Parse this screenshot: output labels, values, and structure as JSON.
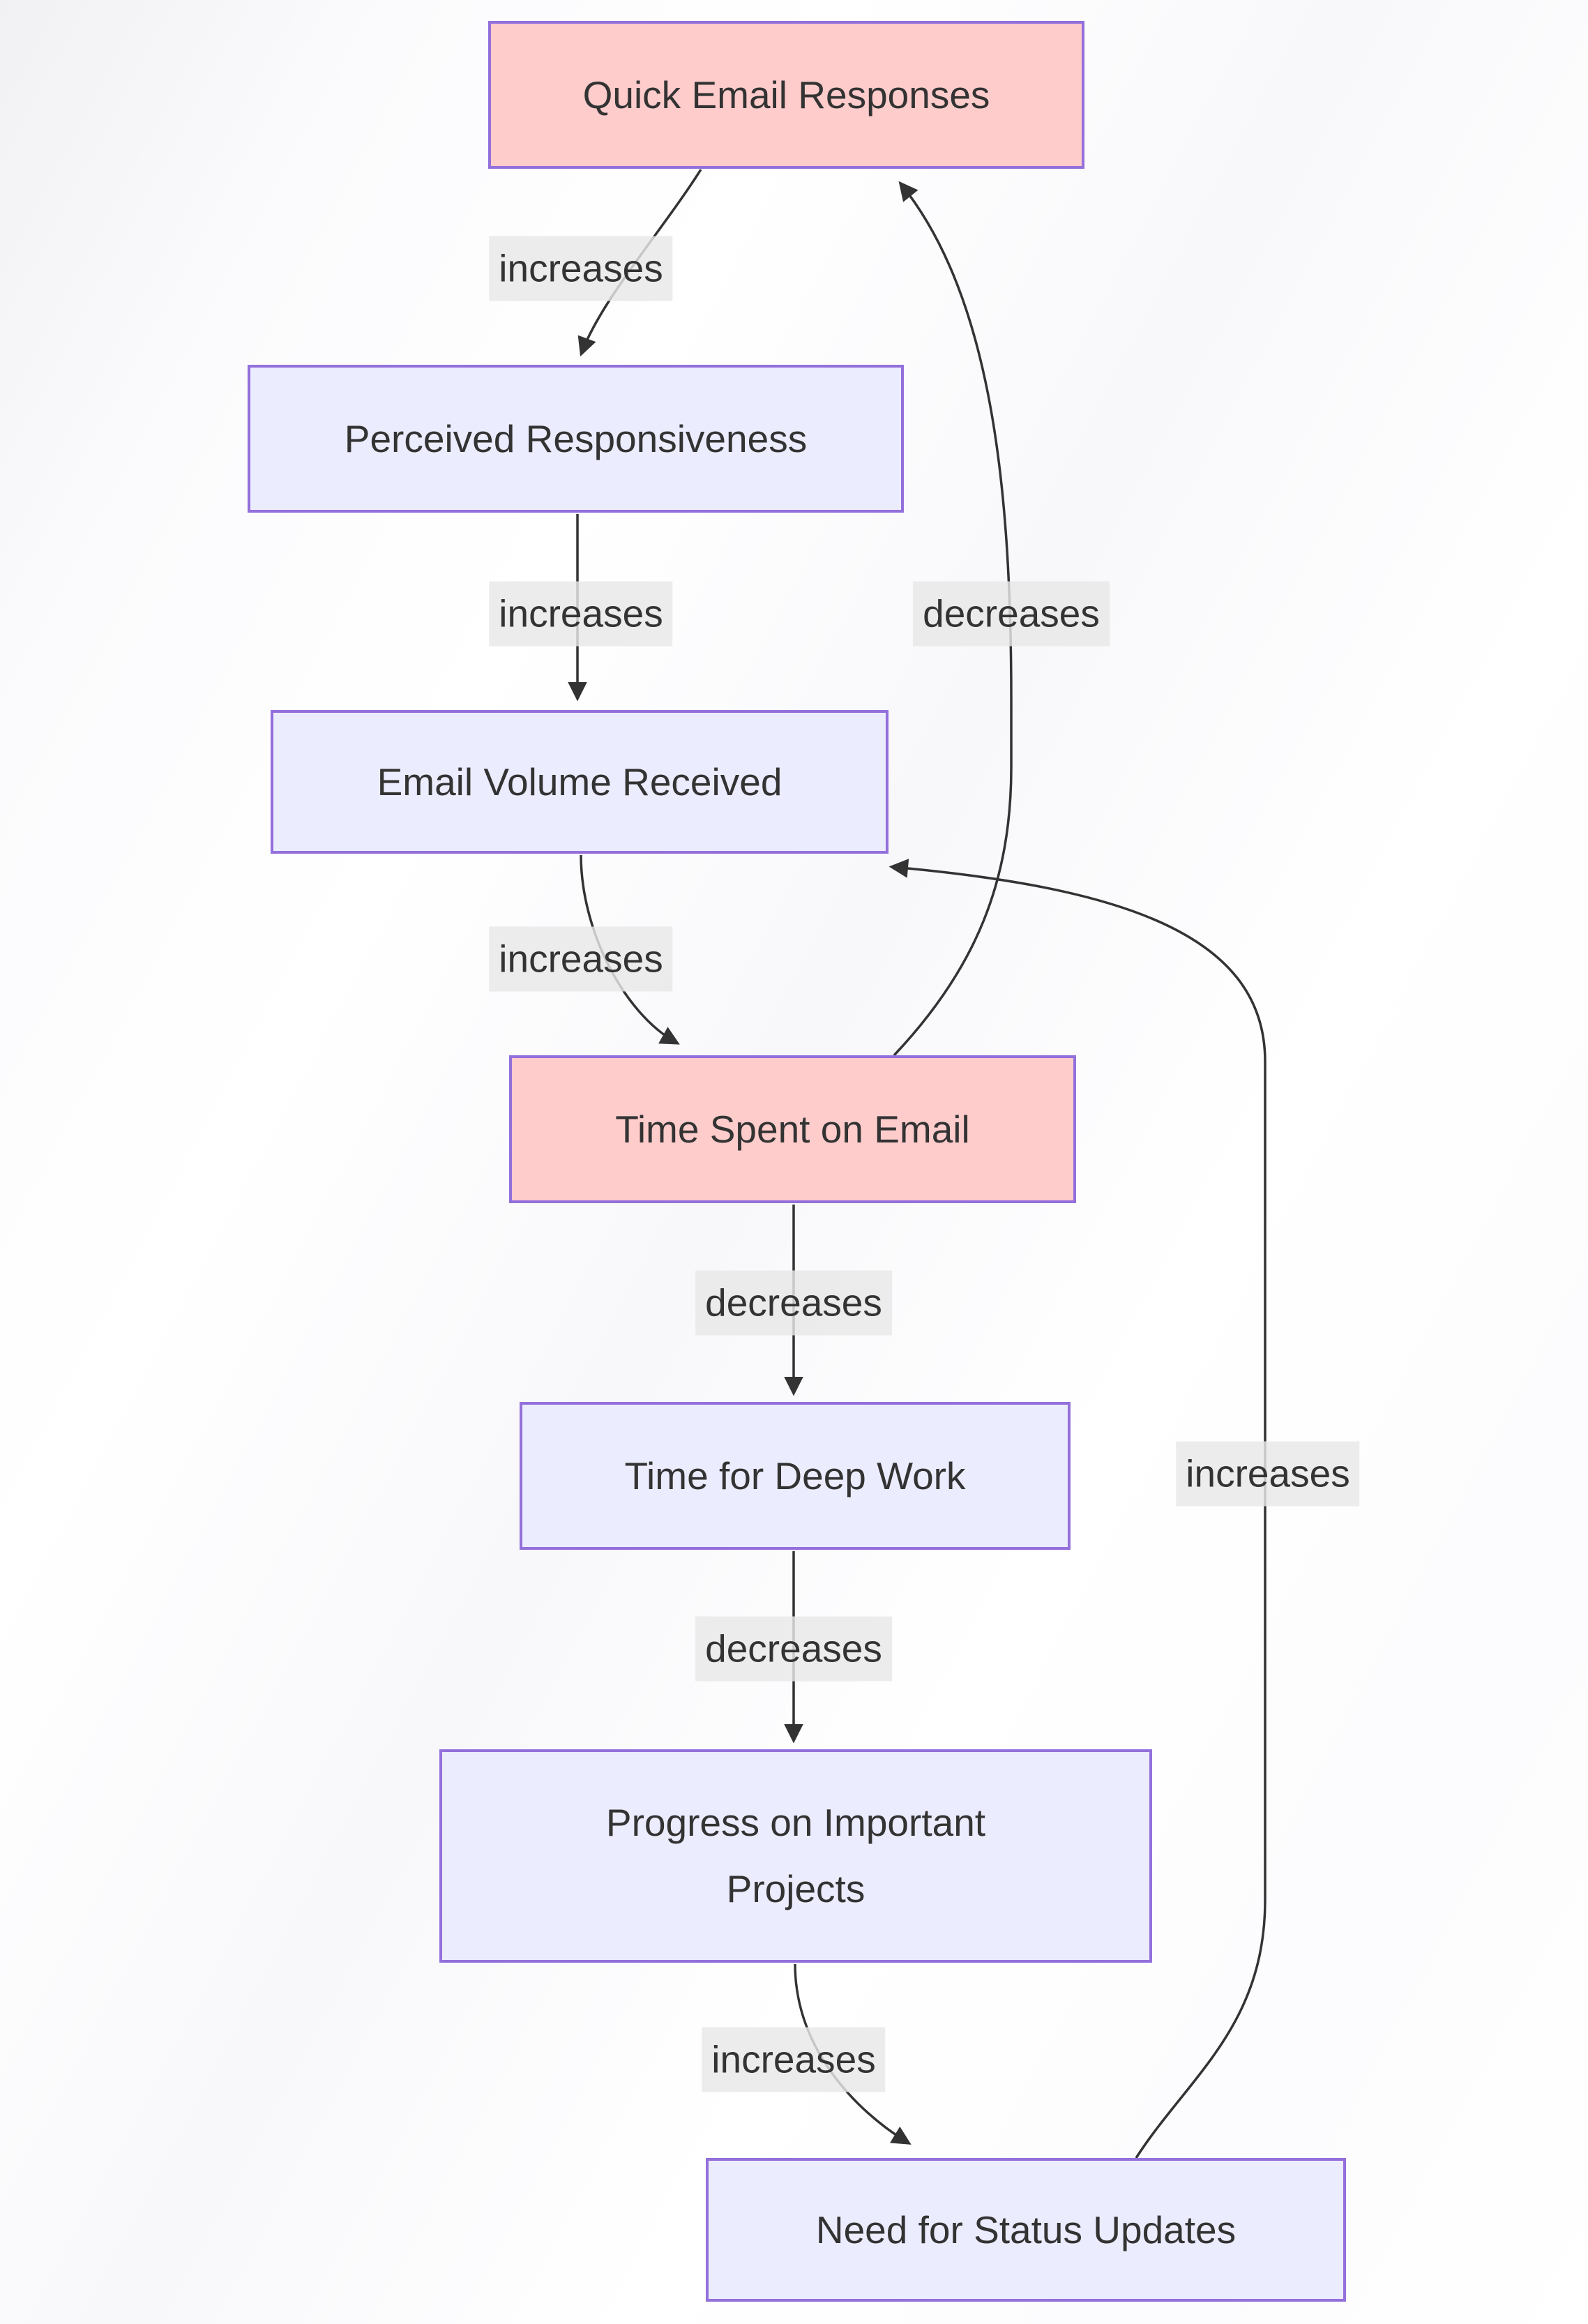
{
  "diagram": {
    "type": "flowchart",
    "direction": "top-down",
    "nodes": [
      {
        "id": "quick-email-responses",
        "label": "Quick Email Responses",
        "style": "highlight"
      },
      {
        "id": "perceived-responsiveness",
        "label": "Perceived Responsiveness",
        "style": "default"
      },
      {
        "id": "email-volume-received",
        "label": "Email Volume Received",
        "style": "default"
      },
      {
        "id": "time-spent-on-email",
        "label": "Time Spent on Email",
        "style": "highlight"
      },
      {
        "id": "time-for-deep-work",
        "label": "Time for Deep Work",
        "style": "default"
      },
      {
        "id": "progress-on-important-projects",
        "label": "Progress on Important Projects",
        "style": "default"
      },
      {
        "id": "need-for-status-updates",
        "label": "Need for Status Updates",
        "style": "default"
      }
    ],
    "edges": [
      {
        "from": "Quick Email Responses",
        "to": "Perceived Responsiveness",
        "label": "increases"
      },
      {
        "from": "Perceived Responsiveness",
        "to": "Email Volume Received",
        "label": "increases"
      },
      {
        "from": "Email Volume Received",
        "to": "Time Spent on Email",
        "label": "increases"
      },
      {
        "from": "Time Spent on Email",
        "to": "Quick Email Responses",
        "label": "decreases"
      },
      {
        "from": "Time Spent on Email",
        "to": "Time for Deep Work",
        "label": "decreases"
      },
      {
        "from": "Time for Deep Work",
        "to": "Progress on Important Projects",
        "label": "decreases"
      },
      {
        "from": "Progress on Important Projects",
        "to": "Need for Status Updates",
        "label": "increases"
      },
      {
        "from": "Need for Status Updates",
        "to": "Email Volume Received",
        "label": "increases"
      }
    ],
    "colors": {
      "node_fill_default": "#ececff",
      "node_fill_highlight": "#ffcccc",
      "node_border": "#9370db",
      "node_text": "#333333",
      "edge_line": "#333333",
      "edge_label_text": "#333333",
      "edge_label_bg": "#e8e8e8"
    }
  }
}
